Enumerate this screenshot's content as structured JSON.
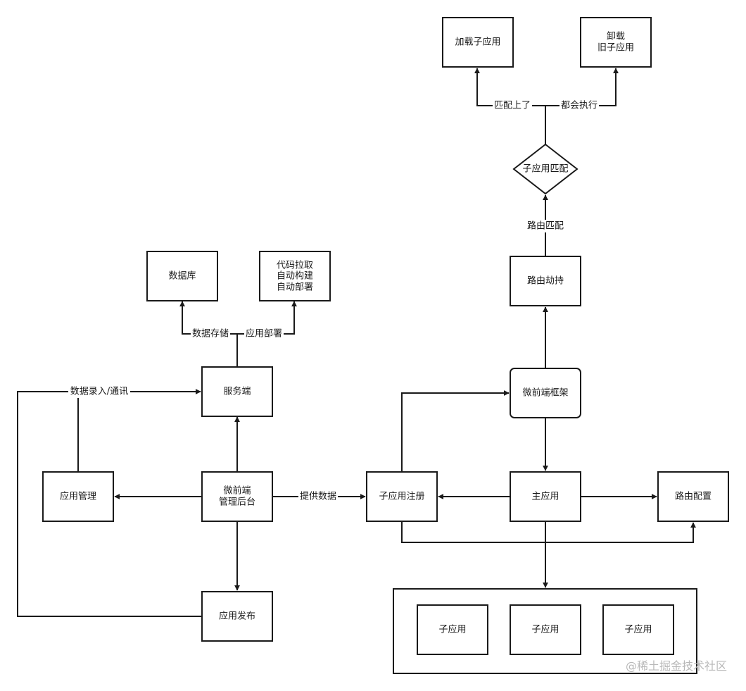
{
  "nodes": {
    "db": "数据库",
    "code": [
      "代码拉取",
      "自动构建",
      "自动部署"
    ],
    "server": "服务端",
    "app_manage": "应用管理",
    "mfe_admin": [
      "微前端",
      "管理后台"
    ],
    "app_publish": "应用发布",
    "sub_register": "子应用注册",
    "mfe_framework": "微前端框架",
    "main_app": "主应用",
    "route_config": "路由配置",
    "route_hijack": "路由劫持",
    "sub_match": "子应用匹配",
    "load_sub": "加载子应用",
    "unload_old": [
      "卸载",
      "旧子应用"
    ],
    "subs": [
      "子应用",
      "子应用",
      "子应用"
    ]
  },
  "edges": {
    "data_store": "数据存储",
    "app_deploy": "应用部署",
    "data_entry": "数据录入/通讯",
    "provide_data": "提供数据",
    "route_match": "路由匹配",
    "matched": "匹配上了",
    "always_exec": "都会执行"
  },
  "watermark": "@稀土掘金技术社区"
}
